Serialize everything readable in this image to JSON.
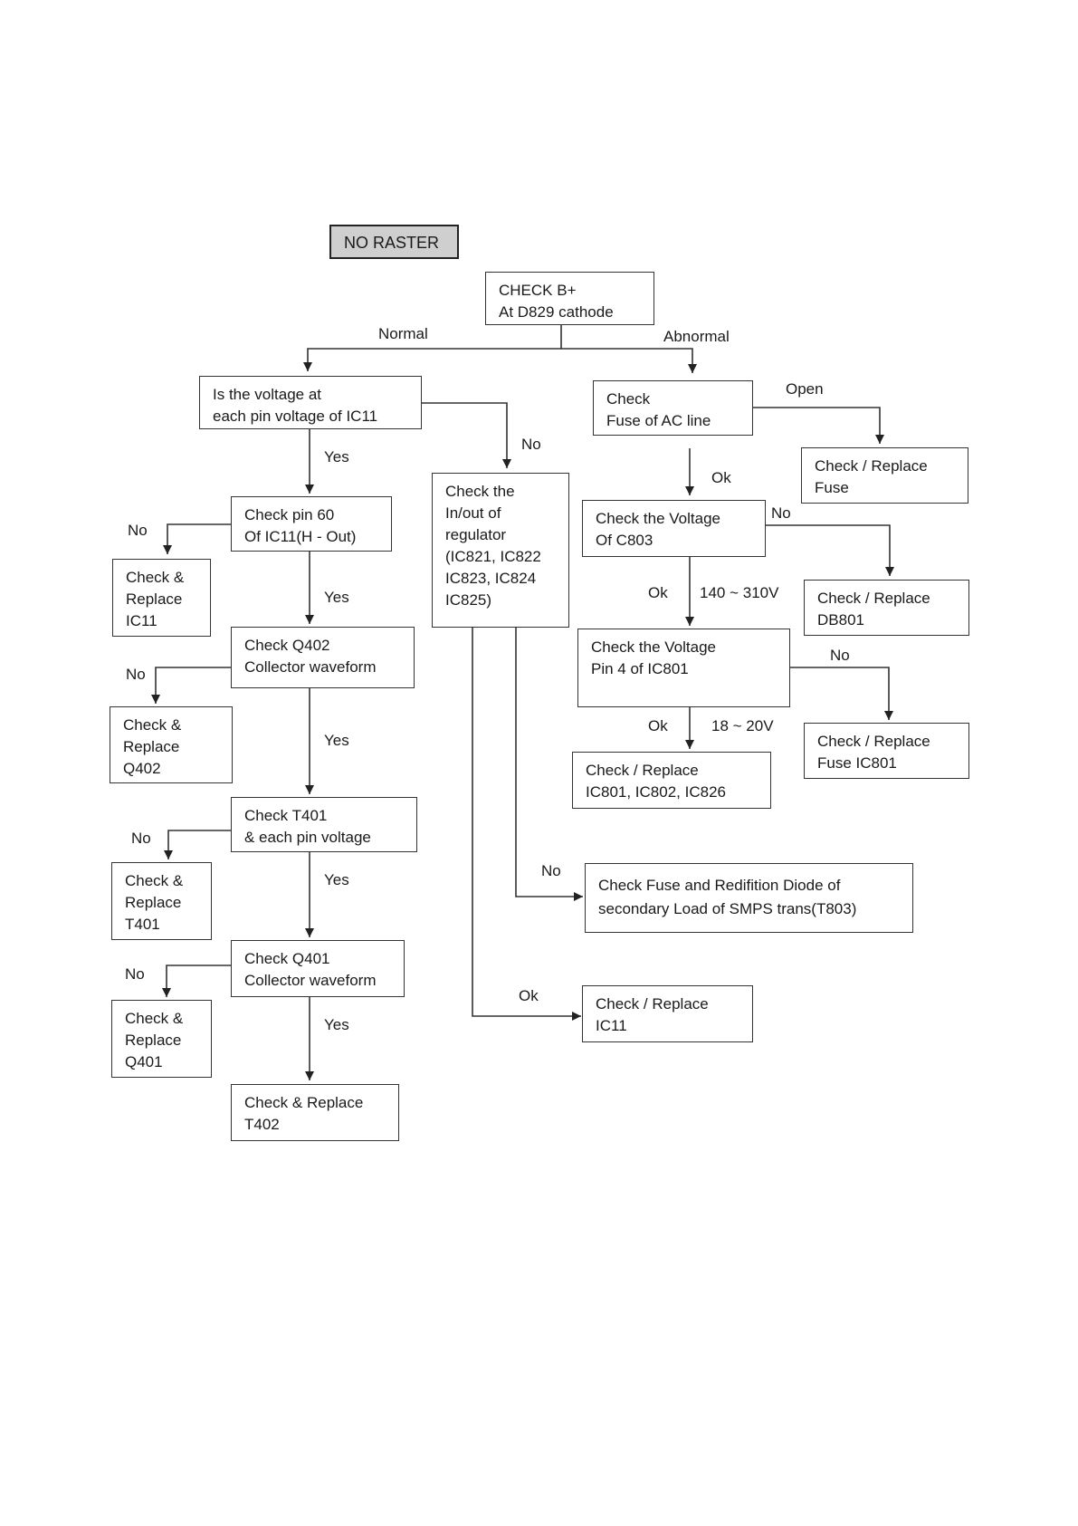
{
  "title": "NO RASTER",
  "nodes": {
    "check_bplus": "CHECK B+\nAt D829 cathode",
    "is_voltage": "Is the voltage at\neach pin voltage of IC11",
    "check_fuse_ac": "Check\nFuse of AC line",
    "replace_fuse": "Check / Replace\nFuse",
    "check_regulator": "Check the\nIn/out of\nregulator\n(IC821, IC822\nIC823, IC824\nIC825)",
    "check_pin60": "Check pin 60\nOf IC11(H - Out)",
    "replace_ic11_left": "Check &\nReplace\nIC11",
    "check_c803": "Check the Voltage\nOf C803",
    "replace_db801": "Check / Replace\nDB801",
    "check_q402": "Check Q402\nCollector waveform",
    "replace_q402": "Check &\nReplace\nQ402",
    "check_ic801": "Check the Voltage\nPin 4 of IC801",
    "replace_fuse_ic801": "Check / Replace\nFuse IC801",
    "replace_ic801": "Check / Replace\nIC801, IC802, IC826",
    "check_t401": "Check T401\n& each pin voltage",
    "replace_t401": "Check &\nReplace\nT401",
    "check_fuse_diode": "Check Fuse and Redifition Diode of\nsecondary Load of SMPS trans(T803)",
    "check_q401": "Check Q401\nCollector waveform",
    "replace_q401": "Check &\nReplace\nQ401",
    "replace_ic11_right": "Check / Replace\n IC11",
    "replace_t402": "Check & Replace\nT402"
  },
  "labels": {
    "normal": "Normal",
    "abnormal": "Abnormal",
    "open": "Open",
    "no_reg": "No",
    "yes_1": "Yes",
    "ok_fuse": "Ok",
    "no_pin60": "No",
    "no_c803": "No",
    "yes_2": "Yes",
    "ok_c803": "Ok",
    "v_c803": "140 ~ 310V",
    "no_q402": "No",
    "no_ic801": "No",
    "yes_3": "Yes",
    "ok_ic801": "Ok",
    "v_ic801": "18 ~ 20V",
    "no_t401": "No",
    "yes_4": "Yes",
    "no_fuse_diode": "No",
    "no_q401": "No",
    "ok_ic11": "Ok",
    "yes_5": "Yes"
  }
}
